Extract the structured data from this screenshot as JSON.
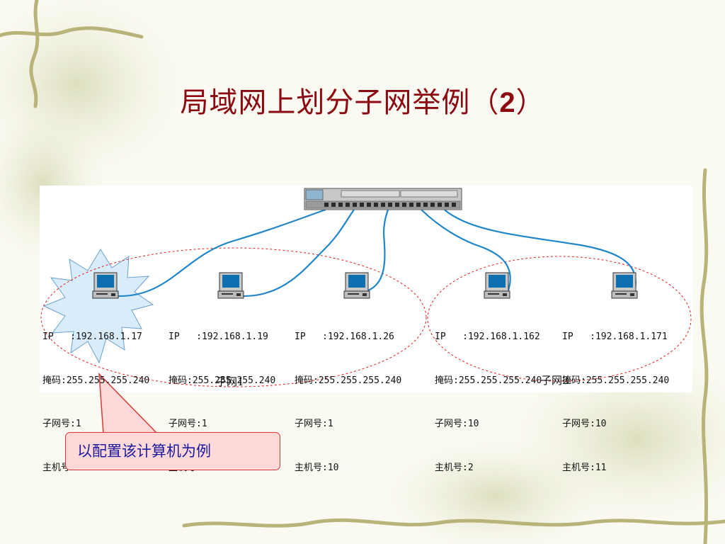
{
  "slide": {
    "title_main": "局域网上划分子网举例（",
    "title_num": "2",
    "title_end": "）"
  },
  "hosts": [
    {
      "ip": "IP   :192.168.1.17",
      "mask": "掩码:255.255.255.240",
      "subnet_no": "子网号:1",
      "host_no": "主机号:1"
    },
    {
      "ip": "IP   :192.168.1.19",
      "mask": "掩码:255.255.255.240",
      "subnet_no": "子网号:1",
      "host_no": "主机号:3"
    },
    {
      "ip": "IP   :192.168.1.26",
      "mask": "掩码:255.255.255.240",
      "subnet_no": "子网号:1",
      "host_no": "主机号:10"
    },
    {
      "ip": "IP   :192.168.1.162",
      "mask": "掩码:255.255.255.240",
      "subnet_no": "子网号:10",
      "host_no": "主机号:2"
    },
    {
      "ip": "IP   :192.168.1.171",
      "mask": "掩码:255.255.255.240",
      "subnet_no": "子网号:10",
      "host_no": "主机号:11"
    }
  ],
  "subnets": [
    {
      "label": "子网1"
    },
    {
      "label": "子网2"
    }
  ],
  "callout": {
    "text": "以配置该计算机为例"
  },
  "colors": {
    "title": "#8b0a12",
    "cable": "#1f86c8",
    "ellipse": "#e02020",
    "callout_fill": "#ffd8d8",
    "callout_border": "#d43a3a",
    "callout_text": "#1a1aa0",
    "highlight_burst": "#d9ecfb"
  },
  "icons": {
    "hub": "network-switch-icon",
    "host": "desktop-computer-icon"
  }
}
